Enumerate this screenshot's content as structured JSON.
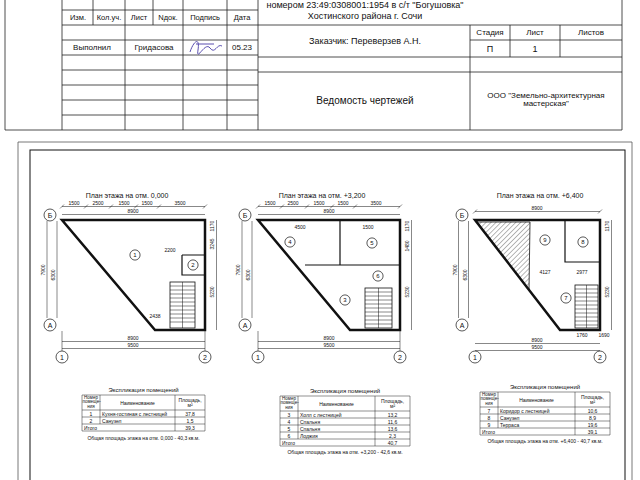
{
  "diagram": {
    "labels": [
      "номером 23:49:0308001:1954 в с/т \"Богушовка\"",
      "Хостинского района г. Сочи",
      "Изм.",
      "Кол.уч.",
      "Лист",
      "Nдок.",
      "Подпись",
      "Дата",
      "Выполнил",
      "Гридасова",
      "05.23",
      "Заказчик: Переверзев А.Н.",
      "Стадия",
      "Лист",
      "Листов",
      "П",
      "1",
      "Ведомость чертежей",
      "ООО \"Земельно-архитектурная мастерская\"",
      "План этажа на отм. 0,000",
      "План этажа на отм. +3,200",
      "План этажа на отм. +6,400",
      "Б",
      "А",
      "1",
      "2",
      "1500",
      "2500",
      "1500",
      "1500",
      "3500",
      "8900",
      "7900",
      "6300",
      "1170",
      "3245",
      "5230",
      "2200",
      "2438",
      "8900",
      "9500",
      "1",
      "2",
      "Б",
      "А",
      "1",
      "2",
      "1500",
      "2500",
      "1500",
      "1500",
      "3500",
      "8900",
      "7900",
      "6300",
      "1170",
      "1480",
      "5230",
      "4500",
      "1500",
      "8900",
      "9500",
      "4",
      "5",
      "3",
      "6",
      "Б",
      "А",
      "1",
      "2",
      "8900",
      "7900",
      "6300",
      "1170",
      "5230",
      "4127",
      "2977",
      "1760",
      "1690",
      "8900",
      "9500",
      "9",
      "8",
      "7",
      "Экспликация помещений",
      "Номер помеще- ния",
      "Наименование",
      "Площадь, м²",
      "1",
      "Кухня-гостиная с лестницей",
      "37,8",
      "2",
      "Санузел",
      "1,5",
      "Итого",
      "39,3",
      "Общая площадь этажа на отм. 0,000 - 40,3 кв.м.",
      "Экспликация помещений",
      "Номер помеще- ния",
      "Наименование",
      "Площадь, м²",
      "3",
      "Холл с лестницей",
      "13,2",
      "4",
      "Спальня",
      "11,6",
      "5",
      "Спальня",
      "13,6",
      "6",
      "Лоджия",
      "2,3",
      "Итого",
      "40,7",
      "Общая площадь этажа на отм. +3,200 - 42,6 кв.м.",
      "Экспликация помещений",
      "Номер помеще- ния",
      "Наименование",
      "Площадь, м²",
      "7",
      "Коридор с лестницей",
      "10,6",
      "8",
      "Санузел",
      "8,9",
      "9",
      "Терраса",
      "19,6",
      "Итого",
      "39,1",
      "Общая площадь этажа на отм. +6,400 - 40,7 кв.м."
    ]
  }
}
